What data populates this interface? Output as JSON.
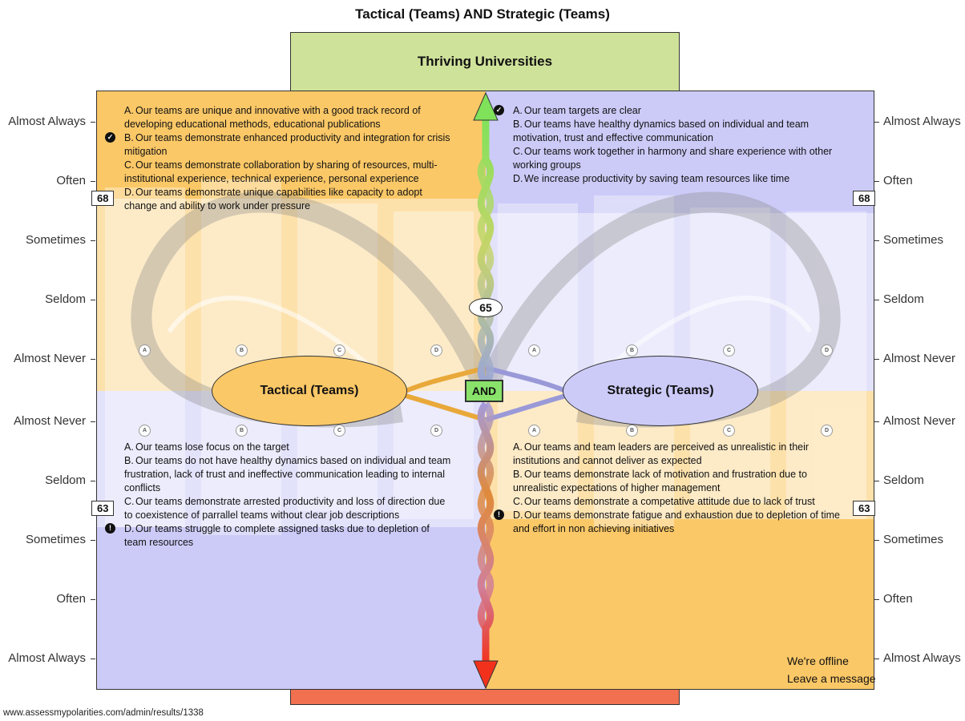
{
  "title": "Tactical (Teams) AND Strategic (Teams)",
  "top_banner": "Thriving Universities",
  "colors": {
    "tactical": "#fbc867",
    "strategic": "#cccbf8",
    "top": "#cfe29a",
    "bottom": "#f07050",
    "and": "#89e36b"
  },
  "scale_upper": [
    "Almost Always",
    "Often",
    "Sometimes",
    "Seldom",
    "Almost Never"
  ],
  "scale_lower": [
    "Almost Never",
    "Seldom",
    "Sometimes",
    "Often",
    "Almost Always"
  ],
  "scores": {
    "upper_left": "68",
    "upper_right": "68",
    "center": "65",
    "lower_left": "63",
    "lower_right": "63"
  },
  "poles": {
    "left": "Tactical (Teams)",
    "right": "Strategic (Teams)",
    "and": "AND"
  },
  "dot_letters": [
    "A",
    "B",
    "C",
    "D"
  ],
  "upper_left_items": [
    {
      "letter": "A.",
      "text": "Our teams are unique and innovative with a good track record of developing educational methods, educational publications"
    },
    {
      "letter": "B.",
      "text": "Our teams demonstrate enhanced productivity and integration for crisis mitigation"
    },
    {
      "letter": "C.",
      "text": "Our teams demonstrate collaboration by sharing of resources, multi-institutional experience, technical experience, personal experience"
    },
    {
      "letter": "D.",
      "text": "Our teams demonstrate unique capabilities like capacity to adopt change and ability to work under pressure"
    }
  ],
  "upper_right_items": [
    {
      "letter": "A.",
      "text": "Our team targets are clear"
    },
    {
      "letter": "B.",
      "text": "Our teams have healthy dynamics based on individual and team motivation, trust and effective communication"
    },
    {
      "letter": "C.",
      "text": "Our teams work together in harmony and share experience with other working groups"
    },
    {
      "letter": "D.",
      "text": "We increase productivity by saving team resources like time"
    }
  ],
  "lower_left_items": [
    {
      "letter": "A.",
      "text": "Our teams lose focus on the target"
    },
    {
      "letter": "B.",
      "text": "Our teams do not have healthy dynamics based on individual and team frustration, lack of trust and ineffective communication leading to internal conflicts"
    },
    {
      "letter": "C.",
      "text": "Our teams demonstrate arrested productivity and loss of direction due to coexistence of parrallel teams without clear job descriptions"
    },
    {
      "letter": "D.",
      "text": "Our teams struggle to complete assigned tasks due to depletion of team resources"
    }
  ],
  "lower_right_items": [
    {
      "letter": "A.",
      "text": "Our teams and team leaders are perceived as unrealistic in their institutions and cannot deliver as expected"
    },
    {
      "letter": "B.",
      "text": "Our teams demonstrate lack of motivation and frustration due to unrealistic expectations of higher management"
    },
    {
      "letter": "C.",
      "text": "Our teams demonstrate a competative attitude due to lack of trust"
    },
    {
      "letter": "D.",
      "text": "Our teams demonstrate fatigue and exhaustion due to depletion of time and effort in non achieving initiatives"
    }
  ],
  "offline": {
    "line1": "We're offline",
    "line2": "Leave a message"
  },
  "url": "www.assessmypolarities.com/admin/results/1338"
}
